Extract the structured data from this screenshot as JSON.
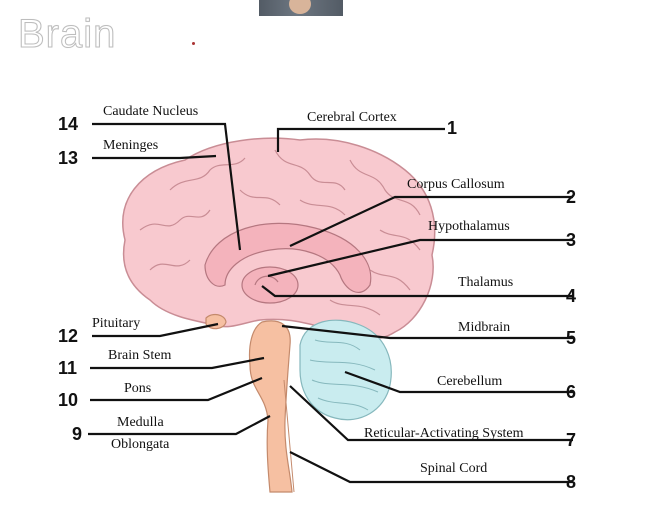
{
  "title": "Brain",
  "labels": {
    "l1": "Cerebral Cortex",
    "l2": "Corpus Callosum",
    "l3": "Hypothalamus",
    "l4": "Thalamus",
    "l5": "Midbrain",
    "l6": "Cerebellum",
    "l7": "Reticular-Activating System",
    "l8": "Spinal Cord",
    "l9a": "Medulla",
    "l9b": "Oblongata",
    "l10": "Pons",
    "l11": "Brain Stem",
    "l12": "Pituitary",
    "l13": "Meninges",
    "l14": "Caudate Nucleus"
  },
  "numbers": {
    "n1": "1",
    "n2": "2",
    "n3": "3",
    "n4": "4",
    "n5": "5",
    "n6": "6",
    "n7": "7",
    "n8": "8",
    "n9": "9",
    "n10": "10",
    "n11": "11",
    "n12": "12",
    "n13": "13",
    "n14": "14"
  },
  "colors": {
    "cerebrum": "#f8c9cf",
    "cerebellum": "#c9ecef",
    "brainstem": "#f6c0a2",
    "lines": "#111111"
  }
}
